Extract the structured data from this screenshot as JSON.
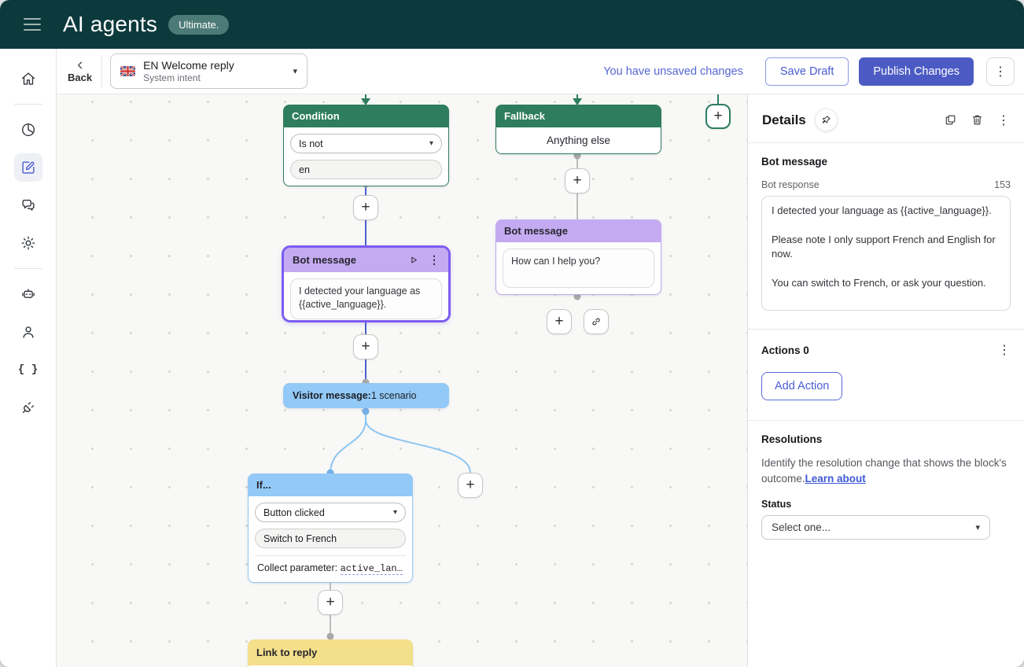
{
  "icons": {
    "plus": "+",
    "kebab": "⋮",
    "caret": "▾"
  },
  "header": {
    "title": "AI agents",
    "badge": "Ultimate."
  },
  "toolbar": {
    "back_label": "Back",
    "intent_title": "EN Welcome reply",
    "intent_subtitle": "System intent",
    "unsaved_text": "You have unsaved changes",
    "save_draft_label": "Save Draft",
    "publish_label": "Publish Changes"
  },
  "canvas": {
    "condition": {
      "title": "Condition",
      "operator": "Is not",
      "value": "en"
    },
    "fallback": {
      "title": "Fallback",
      "body": "Anything else"
    },
    "bot_selected": {
      "title": "Bot message",
      "message": "I detected your language as {{active_language}}.\n\nPlease note I only support French and English for now."
    },
    "bot_right": {
      "title": "Bot message",
      "message": "How can I help you?"
    },
    "visitor": {
      "bold": "Visitor message:",
      "rest": "1 scenario"
    },
    "if": {
      "title": "If...",
      "operator": "Button clicked",
      "value": "Switch to French",
      "collect_prefix": "Collect parameter: ",
      "collect_param": "active_lan…"
    },
    "link_reply": {
      "title": "Link to reply"
    }
  },
  "details": {
    "title": "Details",
    "block_type": "Bot message",
    "response_label": "Bot response",
    "char_count": "153",
    "response_text": "I detected your language as {{active_language}}.\n\nPlease note I only support French and English for now.\n\nYou can switch to French, or ask your question.",
    "actions_title": "Actions 0",
    "add_action_label": "Add Action",
    "resolutions_title": "Resolutions",
    "resolutions_desc": "Identify the resolution change that shows the block's outcome.",
    "learn_link": "Learn about",
    "status_label": "Status",
    "status_value": "Select one..."
  },
  "colors": {
    "header_bg": "#0c3a3c",
    "badge_bg": "#4c7a76",
    "indigo": "#4c5bc4",
    "green": "#2e7d5f",
    "purple_header": "#c4aaf1",
    "purple_selected": "#7a5cf0",
    "blue": "#92c9f7",
    "yellow": "#f4df8a",
    "edge_blue": "#4a5fd1",
    "edge_light_blue": "#8cc5f2",
    "edge_gray": "#bdbdbd",
    "link_blue": "#3d59d6"
  }
}
